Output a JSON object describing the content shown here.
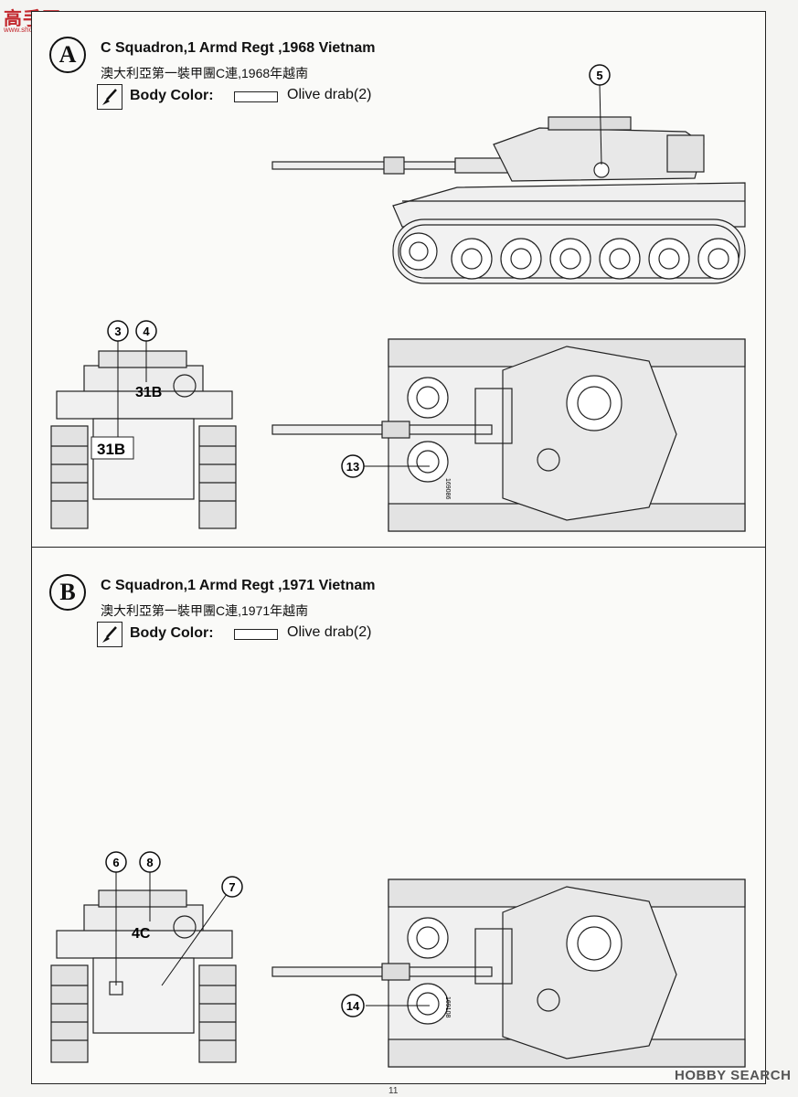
{
  "watermark": {
    "logo_text": "高手网",
    "site": "www.shou.com"
  },
  "sections": [
    {
      "letter": "A",
      "title": "C Squadron,1 Armd Regt ,1968 Vietnam",
      "subtitle": "澳大利亞第一裝甲團C連,1968年越南",
      "body_color_label": "Body Color:",
      "color_name": "Olive drab(2)",
      "callouts": [
        "5",
        "3",
        "4",
        "13"
      ],
      "markings": {
        "turret_number": "31B",
        "hull_number": "31B",
        "side_serial": "169086"
      }
    },
    {
      "letter": "B",
      "title": "C Squadron,1 Armd Regt ,1971 Vietnam",
      "subtitle": "澳大利亞第一裝甲團C連,1971年越南",
      "body_color_label": "Body Color:",
      "color_name": "Olive drab(2)",
      "callouts": [
        "6",
        "8",
        "7",
        "14"
      ],
      "markings": {
        "turret_number": "4C",
        "side_serial": "169108"
      }
    }
  ],
  "footer": {
    "source_logo": "HOBBY SEARCH",
    "page_number": "11"
  }
}
